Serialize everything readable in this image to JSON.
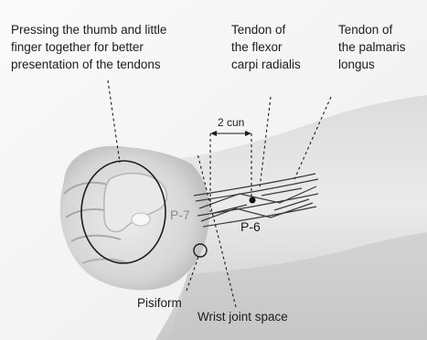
{
  "annotations": {
    "thumb_line1": "Pressing the thumb and little",
    "thumb_line2": "finger together for better",
    "thumb_line3": "presentation of the tendons",
    "fcr_line1": "Tendon of",
    "fcr_line2": "the flexor",
    "fcr_line3": "carpi radialis",
    "pl_line1": "Tendon of",
    "pl_line2": "the palmaris",
    "pl_line3": "longus",
    "distance": "2 cun",
    "pisiform": "Pisiform",
    "wrist_joint": "Wrist joint space"
  },
  "points": {
    "p7": "P-7",
    "p6": "P-6"
  },
  "colors": {
    "background": "#f6f6f6",
    "skin_light": "#e6e6e6",
    "skin_shadow": "#bcbcbc",
    "ink": "#1c1c1c",
    "p7_label": "#8a8a8a"
  }
}
